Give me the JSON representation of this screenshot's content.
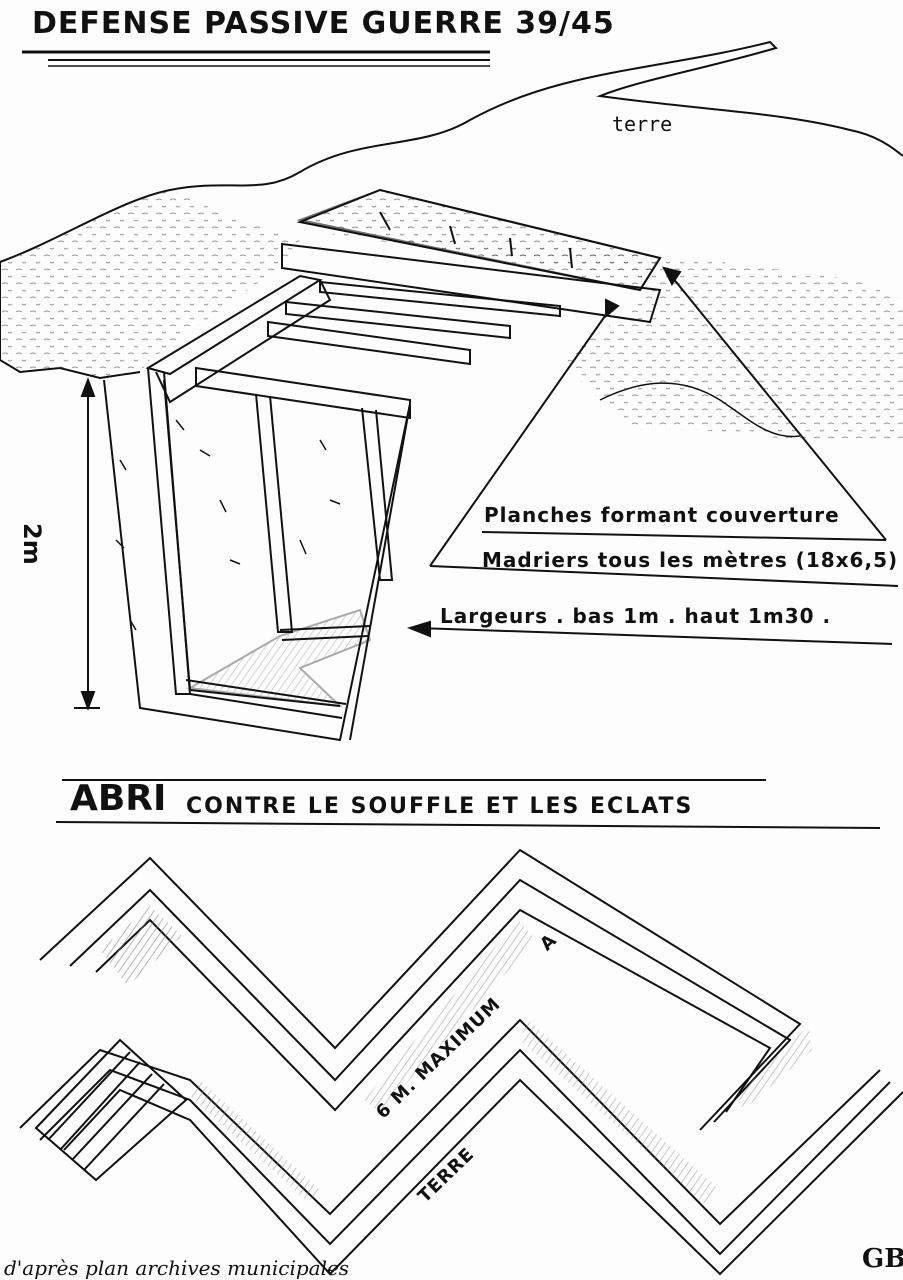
{
  "title": "DEFENSE PASSIVE GUERRE 39/45",
  "labels": {
    "terre_top": "terre",
    "planches": "Planches formant couverture",
    "madriers": "Madriers tous les mètres (18x6,5)",
    "largeurs": "Largeurs . bas 1m . haut 1m30 .",
    "height": "2m",
    "maximum": "6 M. MAXIMUM",
    "terre_plan": "TERRE",
    "angle": "A"
  },
  "section": {
    "heading": "ABRI",
    "subtitle": "CONTRE LE SOUFFLE ET LES ECLATS"
  },
  "footer": {
    "note": "d'après plan archives municipales",
    "signature": "GB"
  },
  "colors": {
    "ink": "#111111",
    "paper": "#fdfdfd",
    "shade": "#9a9a9a"
  }
}
